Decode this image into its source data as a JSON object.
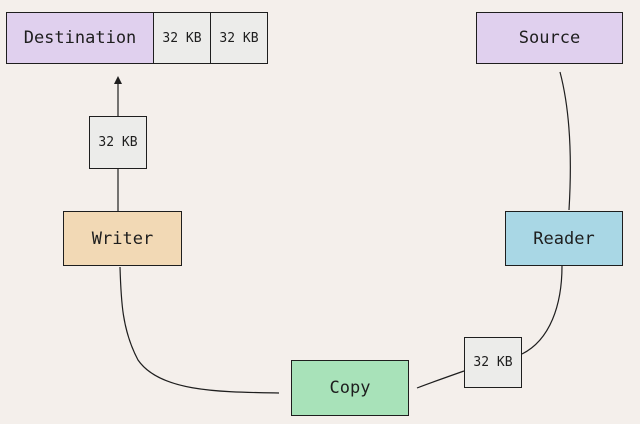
{
  "nodes": {
    "destination": "Destination",
    "dest_chunk_1": "32 KB",
    "dest_chunk_2": "32 KB",
    "source": "Source",
    "writer_chunk": "32 KB",
    "writer": "Writer",
    "reader": "Reader",
    "copy": "Copy",
    "reader_chunk": "32 KB"
  },
  "colors": {
    "background": "#f4efeb",
    "destination": "#e0d0ee",
    "source": "#e0d0ee",
    "chunk": "#ececea",
    "writer": "#f2d9b5",
    "reader": "#a9d7e5",
    "copy": "#a8e2b9"
  }
}
